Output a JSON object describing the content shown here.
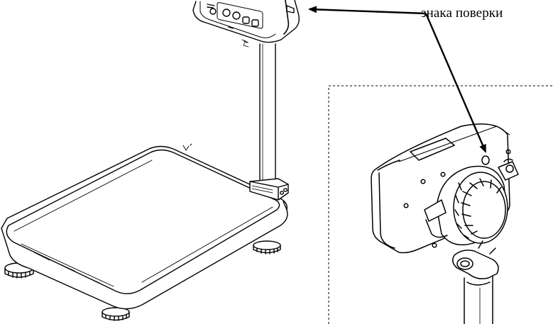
{
  "callout": {
    "text": "знака поверки"
  },
  "colors": {
    "line": "#000000",
    "background": "#ffffff"
  },
  "elements": {
    "scale": "platform-scale-with-indicator-terminal",
    "detail": "terminal-rear-detail-with-verification-mark-location"
  }
}
